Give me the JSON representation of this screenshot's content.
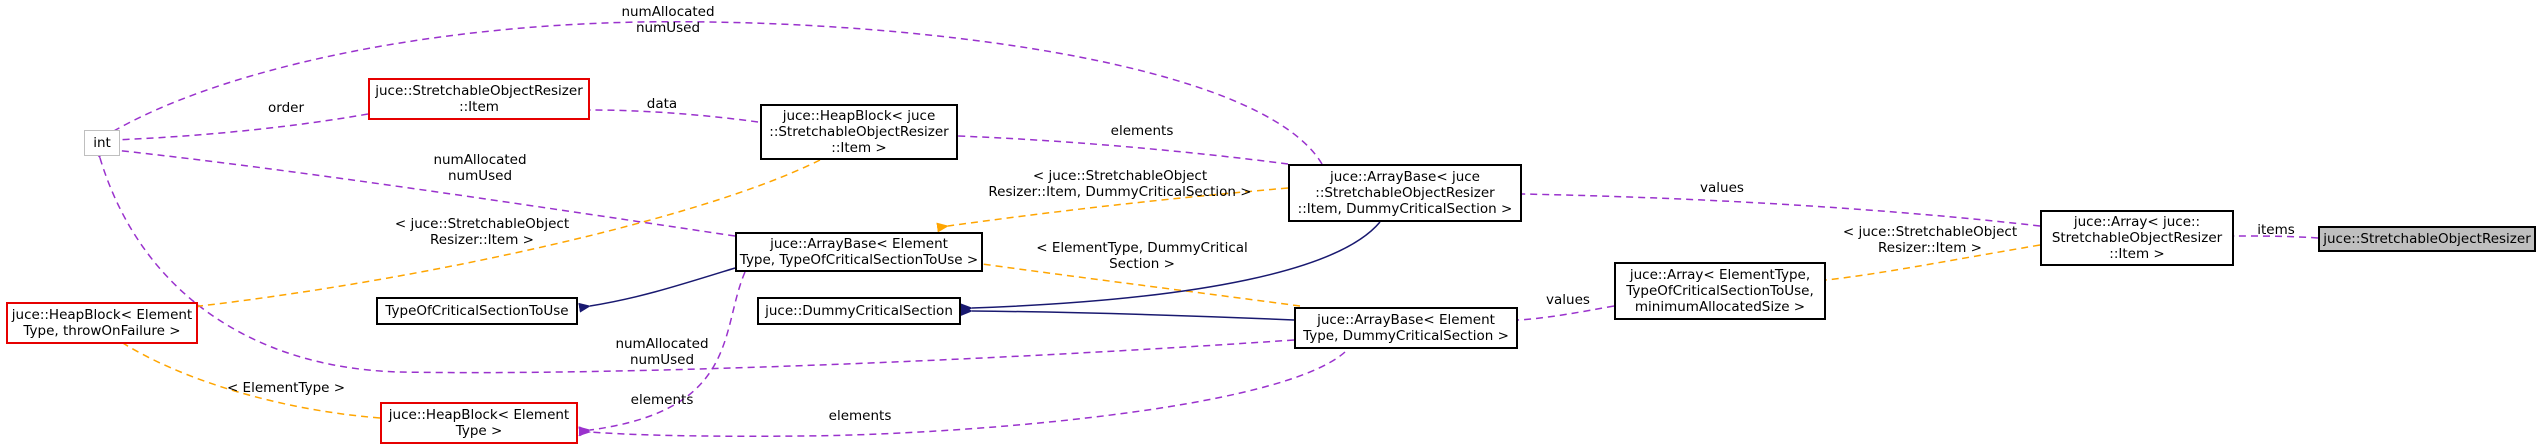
{
  "colors": {
    "purple": "#9a32cd",
    "orange": "#ffa500",
    "navy": "#191970",
    "red": "#e60000",
    "gray": "#bfbfbf"
  },
  "nodes": {
    "int": {
      "lines": [
        "int"
      ]
    },
    "resizer_item": {
      "lines": [
        "juce::StretchableObjectResizer",
        "::Item"
      ]
    },
    "heapblock_item": {
      "lines": [
        "juce::HeapBlock< juce",
        "::StretchableObjectResizer",
        "::Item >"
      ]
    },
    "heapblock_fail": {
      "lines": [
        "juce::HeapBlock< Element",
        "Type, throwOnFailure >"
      ]
    },
    "typeofcs": {
      "lines": [
        "TypeOfCriticalSectionToUse"
      ]
    },
    "arraybase_generic": {
      "lines": [
        "juce::ArrayBase< Element",
        "Type, TypeOfCriticalSectionToUse >"
      ]
    },
    "heapblock_elem": {
      "lines": [
        "juce::HeapBlock< Element",
        "Type >"
      ]
    },
    "dummycs": {
      "lines": [
        "juce::DummyCriticalSection"
      ]
    },
    "arraybase_item": {
      "lines": [
        "juce::ArrayBase< juce",
        "::StretchableObjectResizer",
        "::Item, DummyCriticalSection >"
      ]
    },
    "arraybase_elem_dummy": {
      "lines": [
        "juce::ArrayBase< Element",
        "Type, DummyCriticalSection >"
      ]
    },
    "array_generic": {
      "lines": [
        "juce::Array< ElementType,",
        " TypeOfCriticalSectionToUse,",
        " minimumAllocatedSize >"
      ]
    },
    "array_item": {
      "lines": [
        "juce::Array< juce::",
        "StretchableObjectResizer",
        "::Item >"
      ]
    },
    "focus": {
      "lines": [
        "juce::StretchableObjectResizer"
      ]
    }
  },
  "edge_labels": {
    "top_num": [
      "numAllocated",
      "numUsed"
    ],
    "order": [
      "order"
    ],
    "data": [
      "data"
    ],
    "elements_top": [
      "elements"
    ],
    "mid_num": [
      "numAllocated",
      "numUsed"
    ],
    "tmpl_item_left": [
      "< juce::StretchableObject",
      "Resizer::Item >"
    ],
    "tmpl_item_mid": [
      "< juce::StretchableObject",
      "Resizer::Item, DummyCriticalSection >"
    ],
    "values_top": [
      "values"
    ],
    "items": [
      "items"
    ],
    "tmpl_item_right": [
      "< juce::StretchableObject",
      "Resizer::Item >"
    ],
    "tmpl_elem_dummy": [
      "< ElementType, DummyCritical",
      "Section >"
    ],
    "values_mid": [
      "values"
    ],
    "low_num": [
      "numAllocated",
      "numUsed"
    ],
    "elementtype": [
      "< ElementType >"
    ],
    "elements_left": [
      "elements"
    ],
    "elements_bottom": [
      "elements"
    ]
  }
}
